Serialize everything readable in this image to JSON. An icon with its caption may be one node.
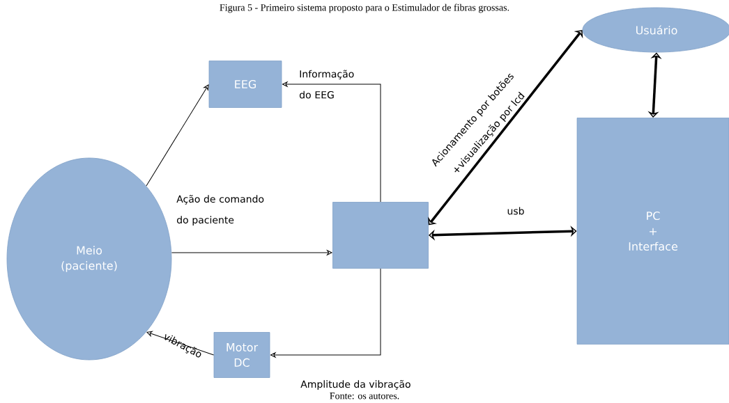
{
  "diagram": {
    "title": "Figura 5 - Primeiro sistema proposto para o Estimulador de fibras grossas.",
    "caption": "Fonte: os autores.",
    "nodes": [
      {
        "text": [
          "Meio (paciente)"
        ]
      },
      {
        "text": [
          "EEG"
        ]
      },
      {
        "text": [],
        "shape": "box"
      },
      {
        "text": [
          "Motor DC"
        ]
      },
      {
        "text": [
          "Usuário"
        ]
      },
      {
        "text": [
          "PC + Interface"
        ]
      }
    ],
    "edges": [
      {
        "from": 0,
        "to": 1,
        "arrow": "to"
      },
      {
        "from": 2,
        "to": 1,
        "arrow": "to",
        "label": "Informação do EEG"
      },
      {
        "from": 0,
        "to": 2,
        "arrow": "to",
        "label": "Ação de comando do paciente"
      },
      {
        "from": 2,
        "to": 3,
        "arrow": "to",
        "label": "Amplitude da vibração"
      },
      {
        "from": 3,
        "to": 0,
        "arrow": "to",
        "label": "vibração"
      },
      {
        "from": 2,
        "to": 4,
        "arrow": "both",
        "style": "thick",
        "label": "Acionamento por botões +visualização por lcd"
      },
      {
        "from": 2,
        "to": 5,
        "arrow": "both",
        "style": "thick",
        "label": "usb"
      },
      {
        "from": 4,
        "to": 5,
        "arrow": "both",
        "style": "thick"
      }
    ]
  }
}
